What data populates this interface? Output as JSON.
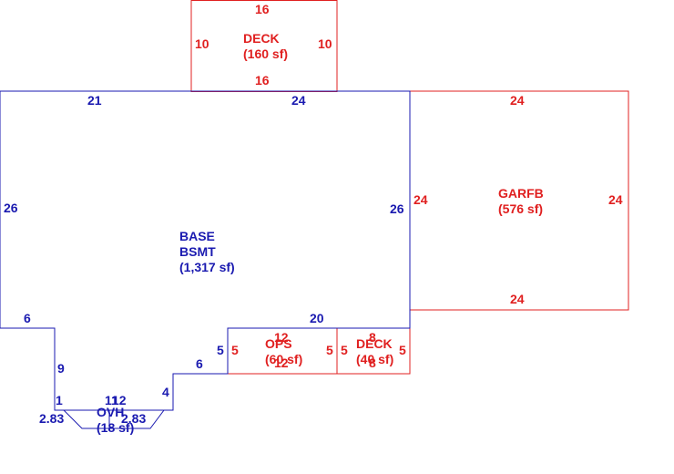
{
  "colors": {
    "base": "#1a1ab0",
    "addon": "#e02020"
  },
  "areas": {
    "deck_top": {
      "name": "DECK",
      "area": "(160 sf)"
    },
    "base": {
      "name": "BASE",
      "name2": "BSMT",
      "area": "(1,317 sf)"
    },
    "garage": {
      "name": "GARFB",
      "area": "(576 sf)"
    },
    "porch": {
      "name": "OPS",
      "area": "(60 sf)"
    },
    "deck_small": {
      "name": "DECK",
      "area": "(40 sf)"
    },
    "overhang": {
      "name": "OVH",
      "area": "(18 sf)"
    }
  },
  "dims": {
    "deck_top": {
      "top": "16",
      "bottom": "16",
      "left": "10",
      "right": "10"
    },
    "base": {
      "top_left": "21",
      "top_right": "24",
      "left": "26",
      "right": "26",
      "step_left": "6",
      "bottom_right": "20",
      "notch_right": "5",
      "notch_bottom": "6",
      "left_drop": "9",
      "left_small": "1",
      "right_small": "4",
      "ovh_top": "11",
      "ovh_top2": "12",
      "ovh_left": "2.83",
      "ovh_right": "2.83"
    },
    "garage": {
      "top": "24",
      "bottom": "24",
      "left": "24",
      "right": "24"
    },
    "porch": {
      "top": "12",
      "bottom": "12",
      "left": "5",
      "right": "5"
    },
    "deck_small": {
      "top": "8",
      "bottom": "8",
      "left": "5",
      "right": "5"
    }
  }
}
